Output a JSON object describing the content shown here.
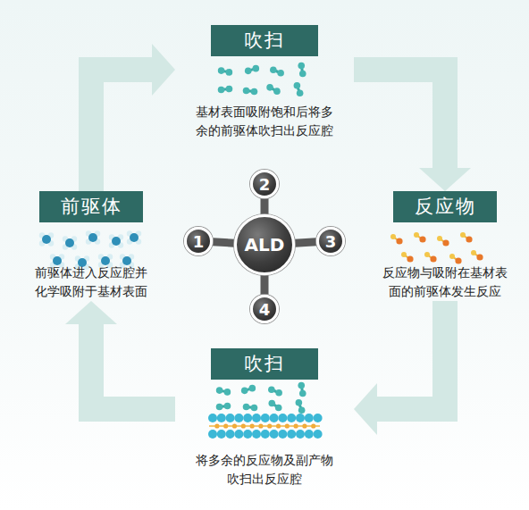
{
  "diagram": {
    "nodes": [
      {
        "text": [
          "吹扫",
          "基材表面吸附饱和后将多余的前驱体吹扫出反应腔"
        ]
      },
      {
        "text": [
          "2"
        ]
      },
      {
        "text": [
          "前驱体",
          "前驱体进入反应腔并化学吸附于基材表面"
        ]
      },
      {
        "text": [
          "1"
        ]
      },
      {
        "text": [
          "ALD"
        ]
      },
      {
        "text": [
          "3"
        ]
      },
      {
        "text": [
          "反应物",
          "反应物与吸附在基材表面的前驱体发生反应"
        ]
      },
      {
        "text": [
          "4"
        ]
      },
      {
        "text": [
          "吹扫",
          "将多余的反应物及副产物吹扫出反应腔"
        ]
      }
    ],
    "edges": [
      {
        "from": 2,
        "to": 0,
        "arrow": "to"
      },
      {
        "from": 0,
        "to": 6,
        "arrow": "to"
      },
      {
        "from": 6,
        "to": 8,
        "arrow": "to"
      },
      {
        "from": 8,
        "to": 2,
        "arrow": "to"
      },
      {
        "from": 4,
        "to": 1,
        "arrow": "none"
      },
      {
        "from": 4,
        "to": 3,
        "arrow": "none"
      },
      {
        "from": 4,
        "to": 5,
        "arrow": "none"
      },
      {
        "from": 4,
        "to": 7,
        "arrow": "none"
      }
    ]
  }
}
